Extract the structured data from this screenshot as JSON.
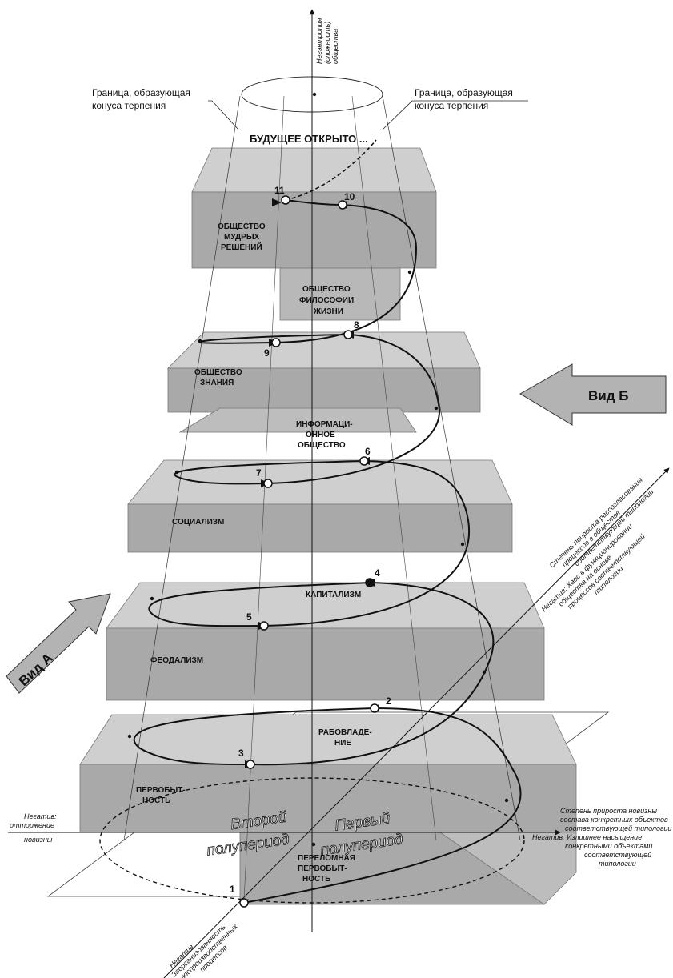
{
  "axes": {
    "vertical": "Негэнтропия (сложность) общества",
    "horizontal_right": "Степень прироста новизны состава конкретных объектов соответствующей типологии",
    "horizontal_right_negation": "Негатив: Излишнее насыщение конкретными объектами соответствующей типологии",
    "horizontal_left_negation": "Негатив: отторжение новизны",
    "diagonal_up": "Степень прироста рассогласования процессов в обществе соответствующей типологии",
    "diagonal_up_negation": "Негатив: Хаос в функционировании общества на основе процессов соответствующей типологии",
    "diagonal_down_negation": "Негатив: Заорганизованность воспроизводственных процессов"
  },
  "cone_labels": {
    "left": "Граница, образующая конуса терпения",
    "right": "Граница, образующая конуса терпения"
  },
  "future_label": "БУДУЩЕЕ ОТКРЫТО ...",
  "half_periods": {
    "second": [
      "Второй",
      "полупериод"
    ],
    "first": [
      "Первый",
      "полупериод"
    ]
  },
  "stages": {
    "primitive_turning": [
      "ПЕРЕЛОМНАЯ",
      "ПЕРВОБЫТ-",
      "НОСТЬ"
    ],
    "primitive": [
      "ПЕРВОБЫТ-",
      "НОСТЬ"
    ],
    "slavery": [
      "РАБОВЛАДЕ-",
      "НИЕ"
    ],
    "feudalism": "ФЕОДАЛИЗМ",
    "capitalism": "КАПИТАЛИЗМ",
    "socialism": "СОЦИАЛИЗМ",
    "information": [
      "ИНФОРМАЦИ-",
      "ОННОЕ",
      "ОБЩЕСТВО"
    ],
    "knowledge": [
      "ОБЩЕСТВО",
      "ЗНАНИЯ"
    ],
    "philosophy": [
      "ОБЩЕСТВО",
      "ФИЛОСОФИИ",
      "ЖИЗНИ"
    ],
    "wisdom": [
      "ОБЩЕСТВО",
      "МУДРЫХ",
      "РЕШЕНИЙ"
    ]
  },
  "points": [
    "1",
    "2",
    "3",
    "4",
    "5",
    "6",
    "7",
    "8",
    "9",
    "10",
    "11"
  ],
  "views": {
    "a": "Вид А",
    "b": "Вид Б"
  },
  "colors": {
    "block_top": "#c9c9c9",
    "block_front": "#a7a7a7",
    "block_side": "#b8b8b8",
    "arrow": "#b3b3b3",
    "line": "#111111"
  }
}
